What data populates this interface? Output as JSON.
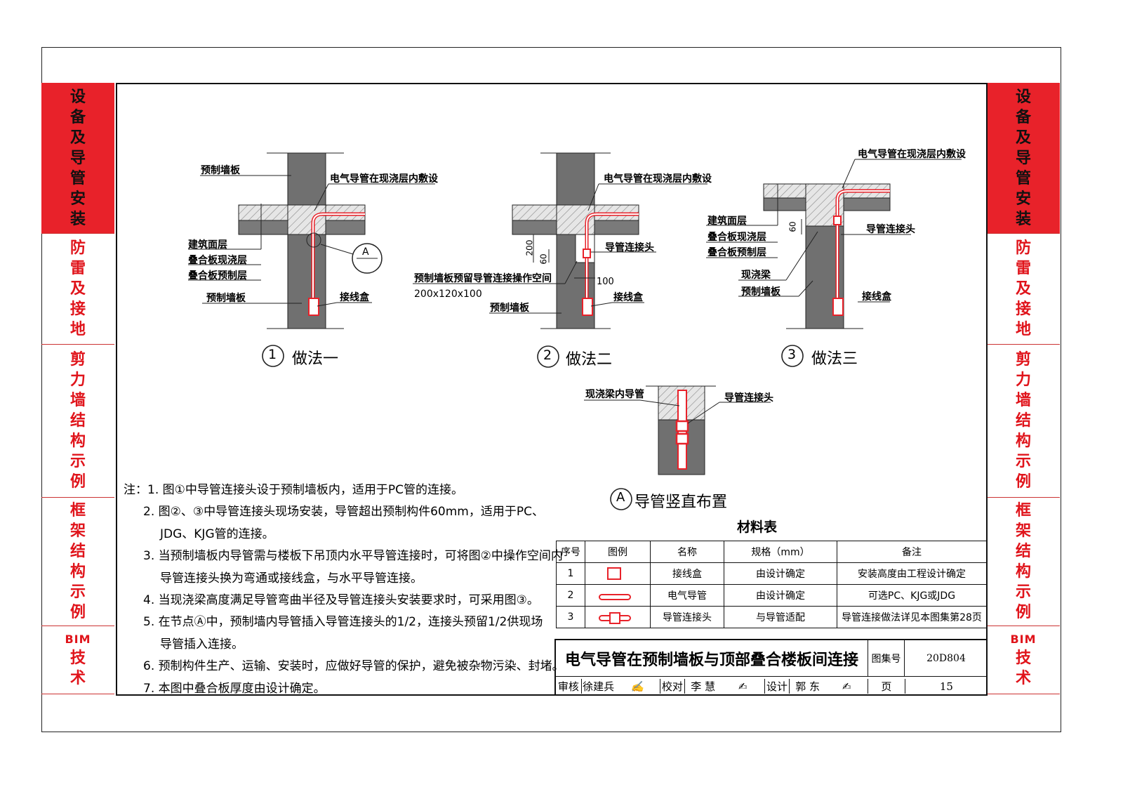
{
  "side_tabs": [
    {
      "label": "设备及导管安装",
      "active": true
    },
    {
      "label": "防雷及接地",
      "active": false
    },
    {
      "label": "剪力墙结构示例",
      "active": false
    },
    {
      "label": "框架结构示例",
      "active": false
    },
    {
      "label": "BIM技术",
      "active": false
    }
  ],
  "figures": {
    "fig1": {
      "caption_num": "1",
      "caption": "做法一",
      "labels": {
        "wall_top": "预制墙板",
        "conduit": "电气导管在现浇层内敷设",
        "finish": "建筑面层",
        "cast": "叠合板现浇层",
        "precast": "叠合板预制层",
        "wall": "预制墙板",
        "box": "接线盒",
        "detail_ref": "A"
      }
    },
    "fig2": {
      "caption_num": "2",
      "caption": "做法二",
      "labels": {
        "conduit": "电气导管在现浇层内敷设",
        "joint": "导管连接头",
        "space": "预制墙板预留导管连接操作空间",
        "space_size": "200x120x100",
        "wall": "预制墙板",
        "box": "接线盒",
        "dim_200": "200",
        "dim_60": "60",
        "dim_100": "100"
      }
    },
    "fig3": {
      "caption_num": "3",
      "caption": "做法三",
      "labels": {
        "conduit": "电气导管在现浇层内敷设",
        "finish": "建筑面层",
        "cast": "叠合板现浇层",
        "precast": "叠合板预制层",
        "dim_60": "60",
        "joint": "导管连接头",
        "beam": "现浇梁",
        "wall": "预制墙板",
        "box": "接线盒"
      }
    },
    "detailA": {
      "caption_num": "A",
      "caption": "导管竖直布置",
      "labels": {
        "beam_conduit": "现浇梁内导管",
        "joint": "导管连接头"
      }
    }
  },
  "notes": [
    "注：1. 图①中导管连接头设于预制墙板内，适用于PC管的连接。",
    "2. 图②、③中导管连接头现场安装，导管超出预制构件60mm，适用于PC、",
    "JDG、KJG管的连接。",
    "3. 当预制墙板内导管需与楼板下吊顶内水平导管连接时，可将图②中操作空间内",
    "导管连接头换为弯通或接线盒，与水平导管连接。",
    "4. 当现浇梁高度满足导管弯曲半径及导管连接头安装要求时，可采用图③。",
    "5. 在节点Ⓐ中，预制墙内导管插入导管连接头的1/2，连接头预留1/2供现场",
    "导管插入连接。",
    "6. 预制构件生产、运输、安装时，应做好导管的保护，避免被杂物污染、封堵。",
    "7. 本图中叠合板厚度由设计确定。"
  ],
  "material_table": {
    "title": "材料表",
    "headers": [
      "序号",
      "图例",
      "名称",
      "规格（mm）",
      "备注"
    ],
    "rows": [
      {
        "no": "1",
        "icon": "junction-box-icon",
        "name": "接线盒",
        "spec": "由设计确定",
        "remark": "安装高度由工程设计确定"
      },
      {
        "no": "2",
        "icon": "conduit-icon",
        "name": "电气导管",
        "spec": "由设计确定",
        "remark": "可选PC、KJG或JDG"
      },
      {
        "no": "3",
        "icon": "conduit-joint-icon",
        "name": "导管连接头",
        "spec": "与导管适配",
        "remark": "导管连接做法详见本图集第28页"
      }
    ]
  },
  "title_block": {
    "title": "电气导管在预制墙板与顶部叠合楼板间连接",
    "atlas_label": "图集号",
    "atlas_no": "20D804",
    "review_label": "审核",
    "reviewer": "徐建兵",
    "check_label": "校对",
    "checker": "李 慧",
    "design_label": "设计",
    "designer": "郭 东",
    "page_label": "页",
    "page_no": "15"
  },
  "colors": {
    "tab_active": "#e8222a",
    "tab_text": "#e0141b",
    "conduit": "#e8222a",
    "concrete": "#6f6f6f",
    "hatch": "#d8d8d8"
  }
}
